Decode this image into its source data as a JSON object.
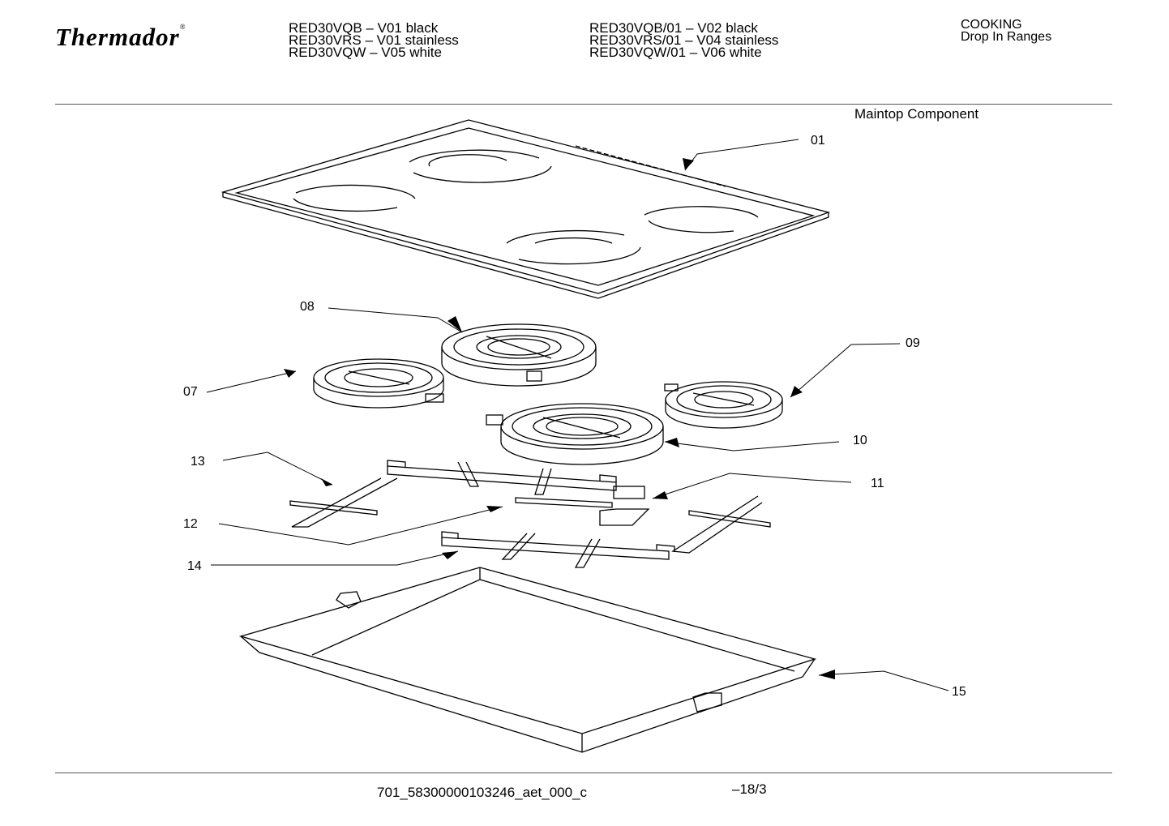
{
  "header": {
    "brand": "Thermador",
    "models_left": [
      "RED30VQB – V01 black",
      "RED30VRS – V01 stainless",
      "RED30VQW – V05 white"
    ],
    "models_right": [
      "RED30VQB/01 – V02 black",
      "RED30VRS/01 – V04 stainless",
      "RED30VQW/01 – V06 white"
    ],
    "category": "COOKING",
    "subcategory": "Drop In Ranges"
  },
  "section_title": "Maintop Component",
  "parts": [
    "01",
    "07",
    "08",
    "09",
    "10",
    "11",
    "12",
    "13",
    "14",
    "15"
  ],
  "footer": {
    "doc_id": "701_58300000103246_aet_000_c",
    "page": "–18/3"
  }
}
